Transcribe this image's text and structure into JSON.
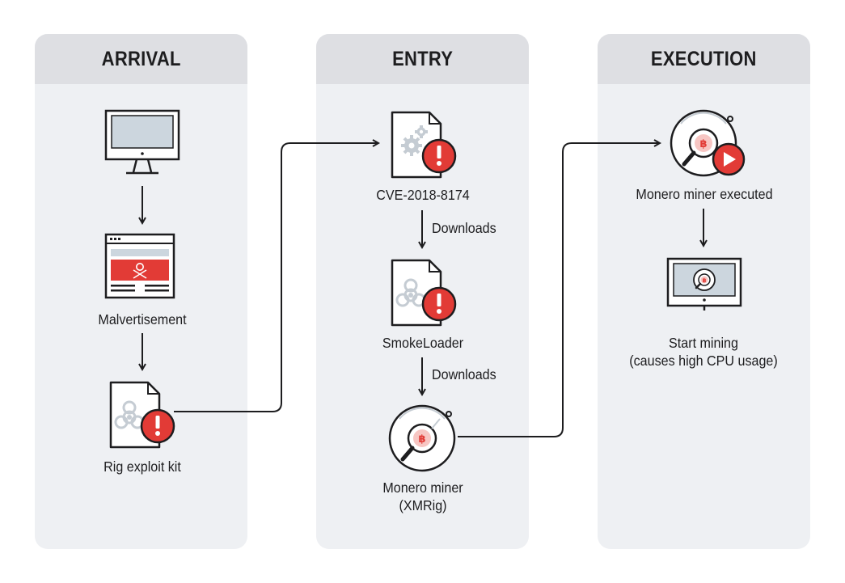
{
  "columns": [
    {
      "title": "ARRIVAL"
    },
    {
      "title": "ENTRY"
    },
    {
      "title": "EXECUTION"
    }
  ],
  "nodes": {
    "malvertisement": {
      "label": "Malvertisement",
      "icon": "malicious-webpage-icon"
    },
    "rig": {
      "label": "Rig exploit kit",
      "icon": "biohazard-file-alert-icon"
    },
    "cve": {
      "label": "CVE-2018-8174",
      "icon": "gear-file-alert-icon"
    },
    "smokeloader": {
      "label": "SmokeLoader",
      "icon": "biohazard-file-alert-icon"
    },
    "miner": {
      "line1": "Monero miner",
      "line2": "(XMRig)",
      "icon": "bitcoin-magnifier-icon"
    },
    "executed": {
      "label": "Monero miner executed",
      "icon": "bitcoin-magnifier-play-icon"
    },
    "mining": {
      "line1": "Start mining",
      "line2": "(causes high CPU usage)",
      "icon": "monitor-bitcoin-icon"
    }
  },
  "edges": {
    "downloads_1": "Downloads",
    "downloads_2": "Downloads"
  },
  "colors": {
    "alert_red": "#e23b36",
    "panel_bg": "#eef0f3",
    "panel_header": "#dedfe3",
    "line": "#1d1d1f",
    "screen_blue": "#ccd6de"
  }
}
